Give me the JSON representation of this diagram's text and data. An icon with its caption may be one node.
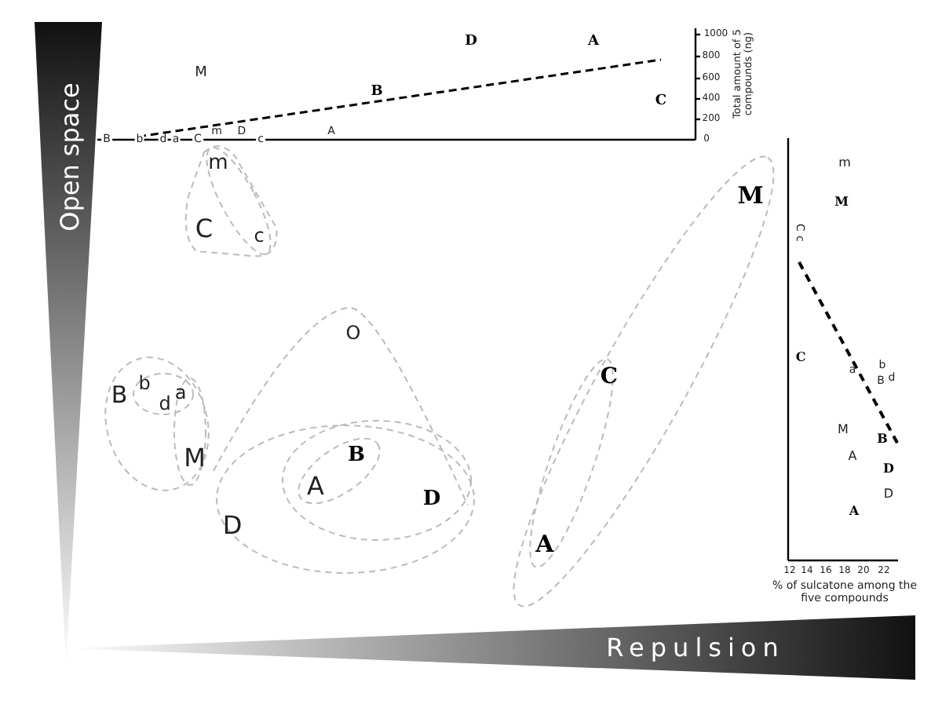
{
  "diagram": {
    "labels": [
      "M",
      "D",
      "A",
      "B",
      "C",
      "1000",
      "800",
      "600",
      "400",
      "200",
      "0",
      "Total amount of 5 compounds (ng)",
      "B",
      "b",
      "d",
      "a",
      "C",
      "m",
      "D",
      "c",
      "A",
      "Open space",
      "m",
      "M",
      "C",
      "c",
      "C",
      "a",
      "b",
      "B",
      "d",
      "M",
      "B",
      "A",
      "D",
      "D",
      "A",
      "12",
      "14",
      "16",
      "18",
      "20",
      "22",
      "% of sulcatone among the five compounds",
      "m",
      "C",
      "c",
      "O",
      "B",
      "b",
      "d",
      "a",
      "M",
      "B",
      "A",
      "D",
      "D",
      "M",
      "C",
      "A",
      "Repulsion"
    ]
  }
}
